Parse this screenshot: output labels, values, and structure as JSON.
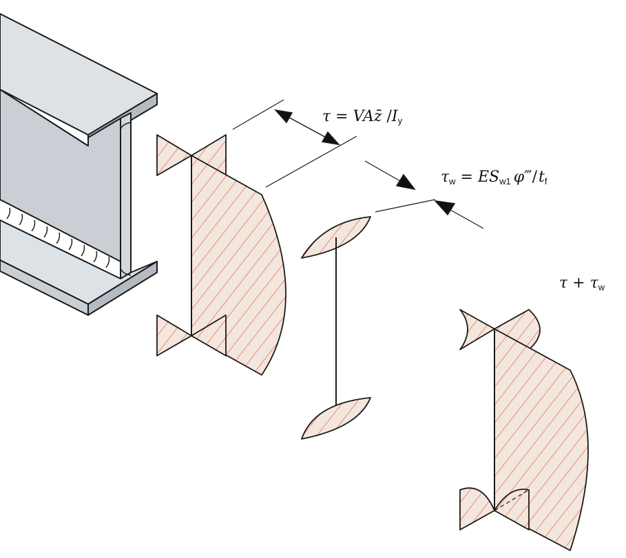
{
  "labels": {
    "eq1": {
      "tau": "τ",
      "eq": " = ",
      "V": "V",
      "A": "A",
      "zbar": "z̄",
      "slash": " /",
      "I": "I",
      "I_sub": "y"
    },
    "eq2": {
      "tau": "τ",
      "tau_sub": "w",
      "eq": " = ",
      "E": "E",
      "S": "S",
      "S_sub": "w1",
      "phi": "φ",
      "primes": "‴",
      "slash": "/",
      "t": "t",
      "t_sub": "f"
    },
    "eq3": {
      "tau": "τ",
      "plus": " + ",
      "tau2": "τ",
      "tau2_sub": "w"
    }
  },
  "colors": {
    "beam_side": "#c9cfd5",
    "beam_top": "#dde2e7",
    "beam_dark": "#b4bbc2",
    "diagram_fill": "#f3e6dc",
    "hatch": "#e0413d",
    "stroke": "#1a1a1a"
  }
}
